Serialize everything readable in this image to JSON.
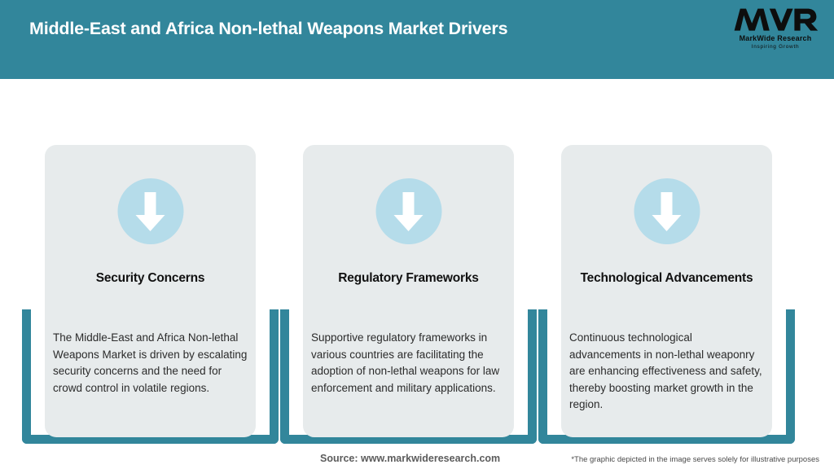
{
  "header": {
    "title": "Middle-East and Africa Non-lethal Weapons Market Drivers",
    "background_color": "#32869B",
    "title_color": "#FFFFFF"
  },
  "logo": {
    "mark": "MWR",
    "name": "MarkWide Research",
    "tagline": "Inspiring Growth"
  },
  "theme": {
    "teal": "#32869B",
    "card_bg": "#E7EBEC",
    "circle_blue": "#B5DCEA",
    "arrow_white": "#FFFFFF"
  },
  "cards": [
    {
      "icon": "arrow-down-icon",
      "title": "Security Concerns",
      "body": "The Middle-East and Africa Non-lethal Weapons Market is driven by escalating security concerns and the need for crowd control in volatile regions."
    },
    {
      "icon": "arrow-down-icon",
      "title": "Regulatory Frameworks",
      "body": "Supportive regulatory frameworks in various countries are facilitating the adoption of non-lethal weapons for law enforcement and military applications."
    },
    {
      "icon": "arrow-down-icon",
      "title": "Technological Advancements",
      "body": "Continuous technological advancements in non-lethal weaponry are enhancing effectiveness and safety, thereby boosting market growth in the region."
    }
  ],
  "footer": {
    "source": "Source: www.markwideresearch.com",
    "disclaimer": "*The graphic depicted in the image serves solely for illustrative purposes"
  }
}
